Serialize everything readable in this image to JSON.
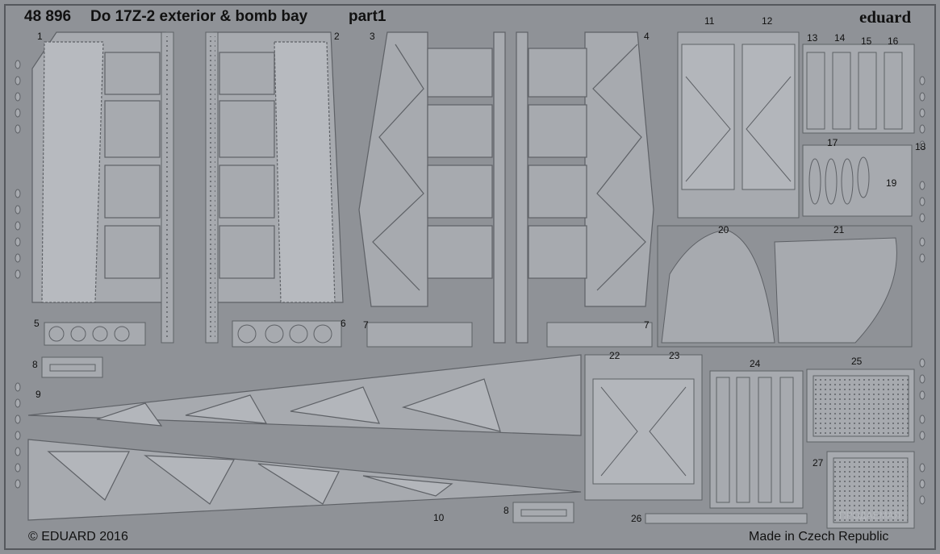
{
  "header": {
    "code": "48 896",
    "title": "Do 17Z-2 exterior & bomb bay",
    "part": "part1",
    "brand": "eduard"
  },
  "footer": {
    "copyright": "© EDUARD 2016",
    "origin": "Made in Czech Republic"
  },
  "watermark": "ПРОДАЕМАЯ",
  "part_numbers": [
    "1",
    "2",
    "3",
    "4",
    "5",
    "6",
    "7",
    "7",
    "8",
    "8",
    "9",
    "10",
    "11",
    "12",
    "13",
    "14",
    "15",
    "16",
    "17",
    "18",
    "19",
    "20",
    "21",
    "22",
    "23",
    "24",
    "25",
    "26",
    "27"
  ],
  "colors": {
    "sheet": "#8f9297",
    "metal": "#a7aaaf",
    "edge": "#5e6166",
    "text": "#111111"
  }
}
